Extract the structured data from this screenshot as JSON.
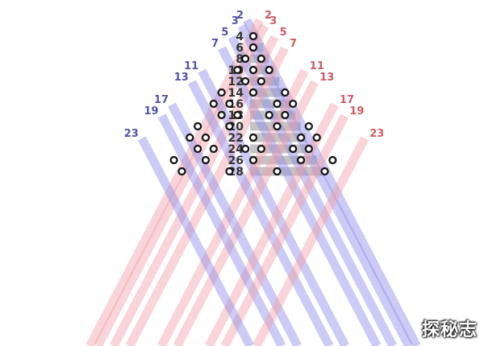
{
  "even_numbers": [
    4,
    6,
    8,
    10,
    12,
    14,
    16,
    18,
    20,
    22,
    24,
    26,
    28
  ],
  "primes": [
    2,
    3,
    5,
    7,
    11,
    13,
    17,
    19,
    23
  ],
  "colors": {
    "prime_band_blue": "#8c8ce8",
    "prime_band_red": "#f2a0a8",
    "prime_label_blue": "#5252a8",
    "prime_label_red": "#d05a62",
    "row_bar": "#c4c4c4",
    "even_label": "#333333",
    "dot_stroke": "#111111",
    "dot_fill": "#ffffff"
  },
  "watermark": {
    "text": "探秘志"
  }
}
